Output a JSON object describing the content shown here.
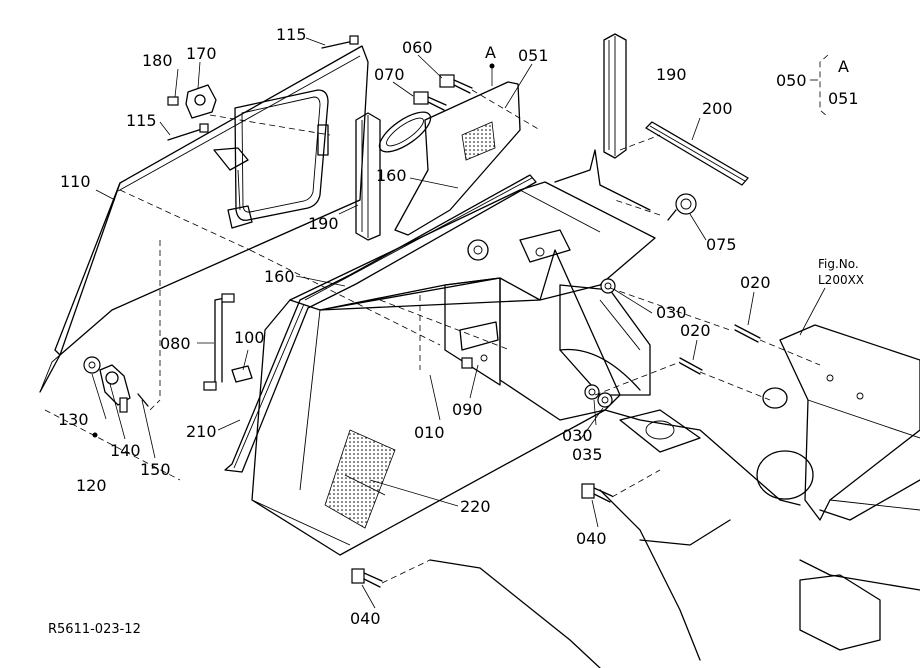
{
  "diagram_code": "R5611-023-12",
  "fig_ref": {
    "line1": "Fig.No.",
    "line2": "L200XX"
  },
  "legend": {
    "left": "050",
    "top": "A",
    "bottom": "051"
  },
  "callouts": {
    "c115a": "115",
    "c115b": "115",
    "c180": "180",
    "c170": "170",
    "c110": "110",
    "c060": "060",
    "c070": "070",
    "cA": "A",
    "c051": "051",
    "c190a": "190",
    "c190b": "190",
    "c200": "200",
    "c160a": "160",
    "c160b": "160",
    "c075": "075",
    "c020a": "020",
    "c020b": "020",
    "c030a": "030",
    "c030b": "030",
    "c035": "035",
    "c080": "080",
    "c100": "100",
    "c010": "010",
    "c090": "090",
    "c130": "130",
    "c140": "140",
    "c150": "150",
    "c120": "120",
    "c210": "210",
    "c220": "220",
    "c040a": "040",
    "c040b": "040"
  }
}
